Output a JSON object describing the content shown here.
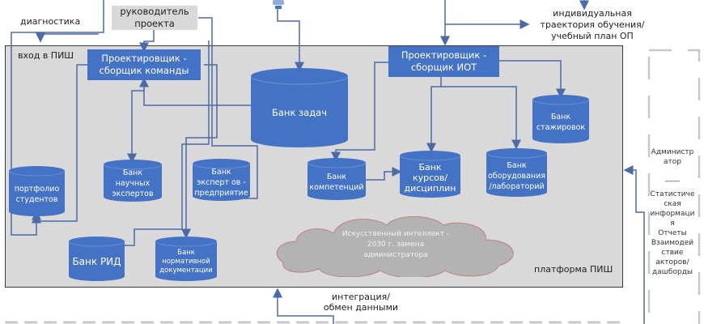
{
  "top_labels": {
    "diagnostics": "диагностика",
    "project_lead": "руководитель проекта",
    "individual_trajectory": "индивидуальная траектория обучения/ учебный план ОП"
  },
  "platform": {
    "entry_label": "вход в ПИШ",
    "title": "платформа ПИШ"
  },
  "designers": {
    "team": "Проектировщик - сборщик команды",
    "iot": "Проектировщик - сборщик ИОТ"
  },
  "banks": {
    "tasks": "Банк задач",
    "internships": "Банк стажировок",
    "portfolio": "портфолио студентов",
    "sci_experts": "Банк научных экспертов",
    "ent_experts": "Банк эксперт ов - предприятие",
    "competencies": "Банк компетенций",
    "courses": "Банк курсов/ дисциплин",
    "equipment": "Банк оборудования /лабораторий",
    "rid": "Банк РИД",
    "normative": "Банк нормативной документации"
  },
  "ai_cloud": "Искусственный интеллект - 2030 г. замена администратора",
  "integration_label": "интеграция/обмен данными",
  "right_panel": {
    "admin": "Администр атор",
    "divider": "____",
    "stats": "Статистиче ская информаци я",
    "reports": "Отчеты Взаимодей ствие акторов/ дашборды"
  },
  "colors": {
    "accent": "#4472c4",
    "platform_bg": "#d9d9d9",
    "connector": "#4a6ba8",
    "cloud": "#b3b3b3",
    "cloud_border": "#c08080"
  }
}
